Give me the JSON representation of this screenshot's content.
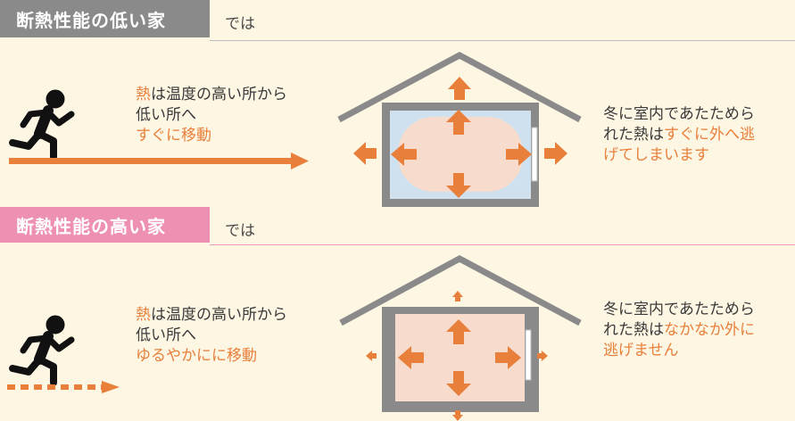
{
  "colors": {
    "background": "#fdf6e3",
    "accent_orange": "#e87f3a",
    "low_header": "#8a8a8a",
    "high_header": "#ee8fb4",
    "wall_gray": "#8a8a8a",
    "runner": "#111111",
    "low_room_fill": "#cfe1ee",
    "warm_fill": "#f7dccd"
  },
  "low_section": {
    "title": "断熱性能の低い家",
    "suffix": "では",
    "heat_word": "熱",
    "line1_rest": "は温度の高い所から",
    "line2": "低い所へ",
    "line3": "すぐに移動",
    "right_line1": "冬に室内であたためら",
    "right_line2_a": "れた熱は",
    "right_line2_b": "すぐに外へ逃",
    "right_line3": "げてしまいます",
    "icons": [
      "running-person-icon",
      "solid-arrow-icon",
      "heat-arrow-icon"
    ]
  },
  "high_section": {
    "title": "断熱性能の高い家",
    "suffix": "では",
    "heat_word": "熱",
    "line1_rest": "は温度の高い所から",
    "line2": "低い所へ",
    "line3": "ゆるやかにに移動",
    "right_line1": "冬に室内であたためら",
    "right_line2_a": "れた熱は",
    "right_line2_b": "なかなか外に",
    "right_line3": "逃げません",
    "icons": [
      "running-person-icon",
      "dashed-arrow-icon",
      "heat-arrow-icon"
    ]
  }
}
